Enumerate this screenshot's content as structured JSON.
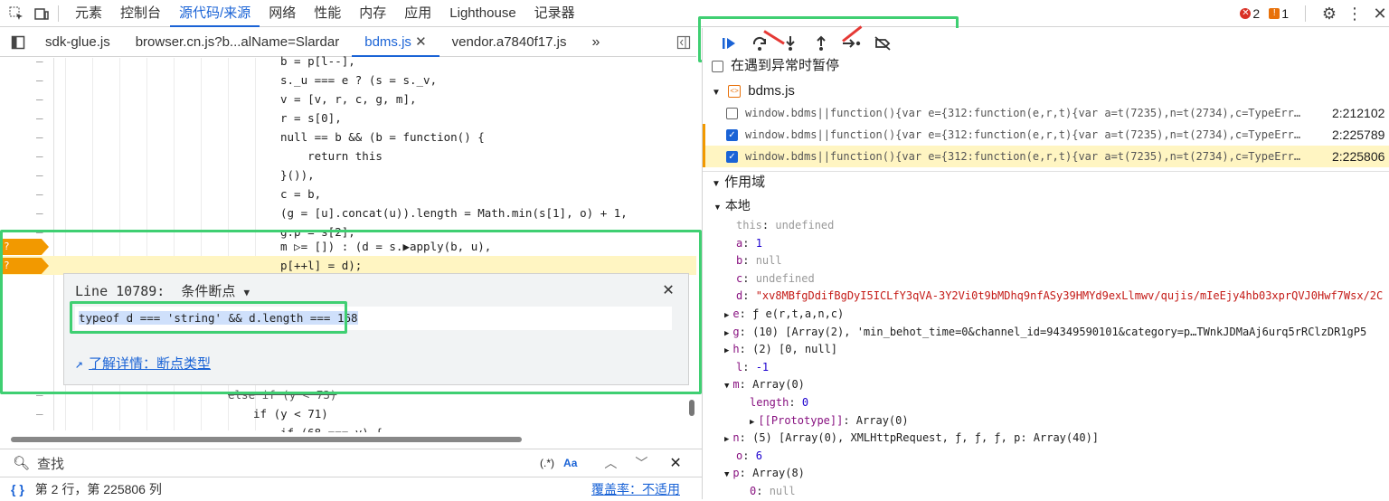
{
  "toolbar": {
    "tabs": [
      "元素",
      "控制台",
      "源代码/来源",
      "网络",
      "性能",
      "内存",
      "应用",
      "Lighthouse",
      "记录器"
    ],
    "active_tab": "源代码/来源",
    "errors_count": "2",
    "warnings_count": "1"
  },
  "file_tabs": {
    "items": [
      "sdk-glue.js",
      "browser.cn.js?b...alName=Slardar",
      "bdms.js",
      "vendor.a7840f17.js"
    ],
    "active": "bdms.js",
    "more": "»"
  },
  "code": {
    "lines": [
      {
        "text": "b = p[l--],"
      },
      {
        "text": "s._u === e ? (s = s._v,"
      },
      {
        "text": "v = [v, r, c, g, m],"
      },
      {
        "text": "r = s[0],"
      },
      {
        "text": "null == b && (b = function() {"
      },
      {
        "text": "    return this"
      },
      {
        "text": "}()),"
      },
      {
        "text": "c = b,"
      },
      {
        "text": "(g = [u].concat(u)).length = Math.min(s[1], o) + 1,"
      },
      {
        "text": "g.p = s[2],"
      },
      {
        "text": "m ▷= []) : (d = s.▶apply(b, u),"
      },
      {
        "text": "p[++l] = d);"
      }
    ],
    "lower_lines": [
      {
        "text": "else if (y < 73)"
      },
      {
        "text": "if (y < 71)"
      },
      {
        "text": "if (68 === y) {"
      }
    ],
    "breakpoint_marker": "?"
  },
  "breakpoint_editor": {
    "line_label": "Line 10789:",
    "type_label": "条件断点",
    "condition": "typeof d === 'string' && d.length === 168",
    "learn_more": "了解详情：断点类型"
  },
  "search": {
    "label": "查找",
    "regex_label": "(.*)",
    "case_label": "Aa"
  },
  "status": {
    "position": "第 2 行，第 225806 列",
    "coverage": "覆盖率：不适用"
  },
  "debugger": {
    "pause_on_exceptions": "在遇到异常时暂停",
    "file": "bdms.js",
    "breakpoints": [
      {
        "text": "window.bdms||function(){var e={312:function(e,r,t){var a=t(7235),n=t(2734),c=TypeErr…",
        "loc": "2:212102",
        "checked": false
      },
      {
        "text": "window.bdms||function(){var e={312:function(e,r,t){var a=t(7235),n=t(2734),c=TypeErr…",
        "loc": "2:225789",
        "checked": true
      },
      {
        "text": "window.bdms||function(){var e={312:function(e,r,t){var a=t(7235),n=t(2734),c=TypeErr…",
        "loc": "2:225806",
        "checked": true
      }
    ],
    "scope_title": "作用域",
    "local_title": "本地",
    "scope": [
      {
        "key": "this",
        "val": "undefined",
        "indent": 1
      },
      {
        "key": "a",
        "val": "1",
        "indent": 1
      },
      {
        "key": "b",
        "val": "null",
        "indent": 1
      },
      {
        "key": "c",
        "val": "undefined",
        "indent": 1
      },
      {
        "key": "d",
        "val": "\"xv8MBfgDdifBgDyI5ICLfY3qVA-3Y2Vi0t9bMDhq9nfASy39HMYd9exLlmwv/qujis/mIeEjy4hb03xprQVJ0Hwf7Wsx/2C",
        "indent": 1
      },
      {
        "key": "e",
        "val": "ƒ e(r,t,a,n,c)",
        "indent": 0
      },
      {
        "key": "g",
        "val": "(10) [Array(2), 'min_behot_time=0&channel_id=94349590101&category=p…TWnkJDMaAj6urq5rRClzDR1gP5",
        "indent": 0
      },
      {
        "key": "h",
        "val": "(2) [0, null]",
        "indent": 0
      },
      {
        "key": "l",
        "val": "-1",
        "indent": 1
      },
      {
        "key": "m",
        "val": "Array(0)",
        "indent": 0
      },
      {
        "key": "length",
        "val": "0",
        "indent": 2
      },
      {
        "key": "[[Prototype]]",
        "val": "Array(0)",
        "indent": 2
      },
      {
        "key": "n",
        "val": "(5) [Array(0), XMLHttpRequest, ƒ, ƒ, ƒ, p: Array(40)]",
        "indent": 0
      },
      {
        "key": "o",
        "val": "6",
        "indent": 1
      },
      {
        "key": "p",
        "val": "Array(8)",
        "indent": 0
      },
      {
        "key": "0",
        "val": "null",
        "indent": 2
      }
    ]
  }
}
